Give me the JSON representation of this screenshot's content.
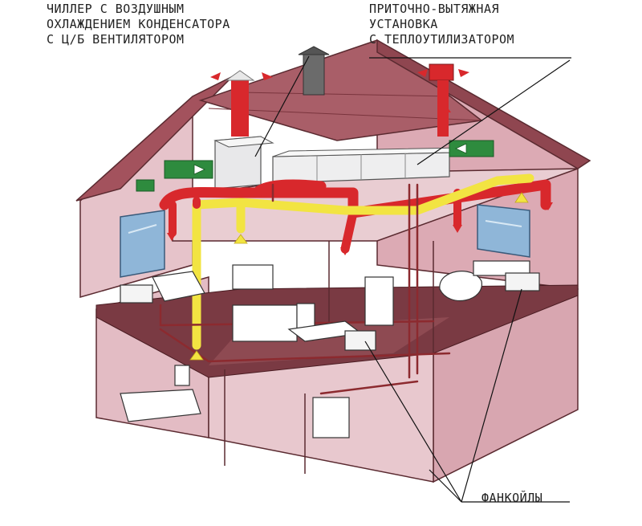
{
  "labels": {
    "chiller": [
      "ЧИЛЛЕР С ВОЗДУШНЫМ",
      "ОХЛАЖДЕНИЕМ КОНДЕНСАТОРА",
      "С Ц/Б ВЕНТИЛЯТОРОМ"
    ],
    "ahu": [
      "ПРИТОЧНО-ВЫТЯЖНАЯ",
      "УСТАНОВКА",
      "С ТЕПЛОУТИЛИЗАТОРОМ"
    ],
    "fancoils": "ФАНКОЙЛЫ"
  },
  "colors": {
    "house_wall": "#ddb4bd",
    "house_wall_dark": "#c99aa5",
    "roof": "#a3525d",
    "floor": "#7a3a43",
    "duct_red": "#d8282c",
    "duct_yellow": "#f2e442",
    "duct_green": "#2e8b3e",
    "pipe": "#8c2a2f",
    "window": "#8fb6d8"
  }
}
